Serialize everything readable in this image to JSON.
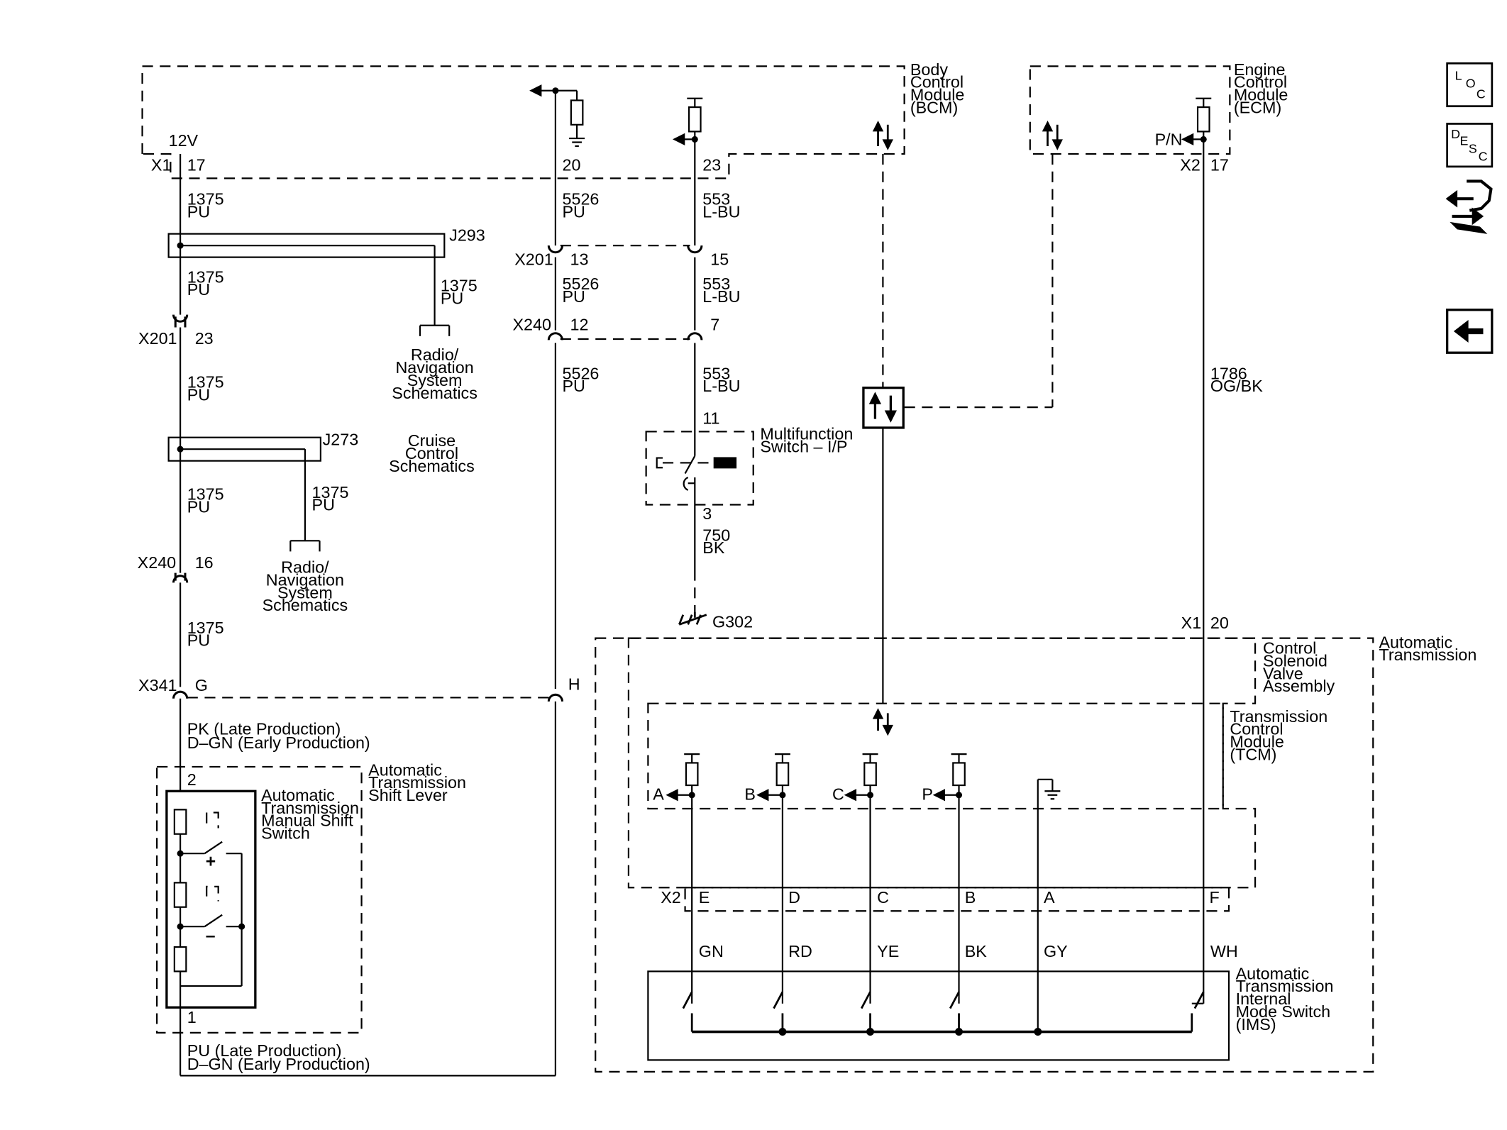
{
  "modules": {
    "bcm": [
      "Body",
      "Control",
      "Module",
      "(BCM)"
    ],
    "ecm": [
      "Engine",
      "Control",
      "Module",
      "(ECM)"
    ],
    "auto_trans": [
      "Automatic",
      "Transmission"
    ],
    "csva": [
      "Control",
      "Solenoid",
      "Valve",
      "Assembly"
    ],
    "tcm": [
      "Transmission",
      "Control",
      "Module",
      "(TCM)"
    ],
    "ims": [
      "Automatic",
      "Transmission",
      "Internal",
      "Mode Switch",
      "(IMS)"
    ],
    "shift_lever": [
      "Automatic",
      "Transmission",
      "Shift Lever"
    ],
    "manual_shift": [
      "Automatic",
      "Transmission",
      "Manual Shift",
      "Switch"
    ],
    "multifunction": [
      "Multifunction",
      "Switch – I/P"
    ]
  },
  "connectors": {
    "x1": "X1",
    "x1_pin": "17",
    "v12": "12V",
    "bcm_20": "20",
    "bcm_23": "23",
    "ecm_pn": "P/N",
    "x2_ecm": "X2",
    "x2_ecm_pin": "17",
    "x201_a": "X201",
    "x201_a_p13": "13",
    "x201_a_p15": "15",
    "x240_a": "X240",
    "x240_a_p12": "12",
    "x240_a_p7": "7",
    "x201_b": "X201",
    "x201_b_p": "23",
    "x240_b": "X240",
    "x240_b_p": "16",
    "x341": "X341",
    "x341_g": "G",
    "x341_h": "H",
    "j293": "J293",
    "j273": "J273",
    "mf_11": "11",
    "mf_3": "3",
    "g302": "G302",
    "x1_at": "X1",
    "x1_at_pin": "20",
    "x2_at": "X2",
    "x2_pins": [
      "E",
      "D",
      "C",
      "B",
      "A",
      "F"
    ],
    "tcm_inputs": [
      "A",
      "B",
      "C",
      "P"
    ],
    "lever_p2": "2",
    "lever_p1": "1"
  },
  "wires": {
    "w1375": "1375",
    "pu": "PU",
    "w5526": "5526",
    "w553": "553",
    "lbu": "L-BU",
    "w750": "750",
    "bk": "BK",
    "w1786": "1786",
    "ogbk": "OG/BK",
    "pk_late": "PK (Late Production)",
    "dgn_early": "D–GN (Early Production)",
    "pu_late": "PU (Late Production)",
    "ims_colors": [
      "GN",
      "RD",
      "YE",
      "BK",
      "GY",
      "WH"
    ]
  },
  "refs": {
    "radio_nav": [
      "Radio/",
      "Navigation",
      "System",
      "Schematics"
    ],
    "cruise": [
      "Cruise",
      "Control",
      "Schematics"
    ]
  },
  "symbols": {
    "plus": "+",
    "minus": "–"
  },
  "sidebar": {
    "loc": {
      "a": "L",
      "b": "O",
      "c": "C"
    },
    "desc": {
      "a": "D",
      "b": "E",
      "c": "S",
      "d": "C"
    }
  }
}
